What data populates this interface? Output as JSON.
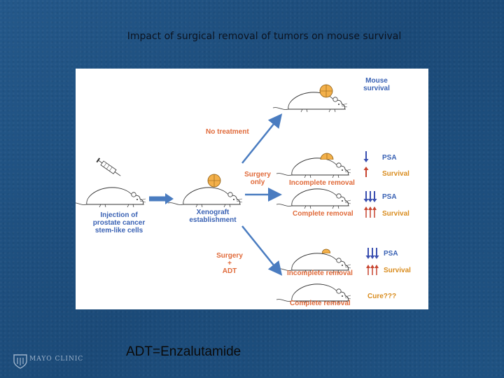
{
  "title": "Impact of surgical removal of tumors on mouse survival",
  "footer_note": "ADT=Enzalutamide",
  "logo_text": "MAYO CLINIC",
  "diagram": {
    "mouse_survival": "Mouse\nsurvival",
    "no_treatment": "No treatment",
    "surgery_only": "Surgery\nonly",
    "surgery_adt": "Surgery\n+\nADT",
    "injection": "Injection of\nprostate cancer\nstem-like cells",
    "xenograft": "Xenograft\nestablishment",
    "branch_surgery": {
      "incomplete": "Incomplete removal",
      "complete": "Complete removal",
      "psa_1": "PSA",
      "survival_1": "Survival",
      "psa_2": "PSA",
      "survival_2": "Survival"
    },
    "branch_adt": {
      "incomplete": "Incomplete removal",
      "complete": "Complete removal",
      "psa": "PSA",
      "survival": "Survival",
      "cure": "Cure???"
    }
  },
  "colors": {
    "background": "#1f4f7d",
    "arrow": "#4a7cc0",
    "psa_arrow": "#3a4fb0",
    "survival_arrow": "#c7442f",
    "tumor": "#f3b04a",
    "label_blue": "#3a62b4",
    "label_red": "#e06a3a"
  }
}
